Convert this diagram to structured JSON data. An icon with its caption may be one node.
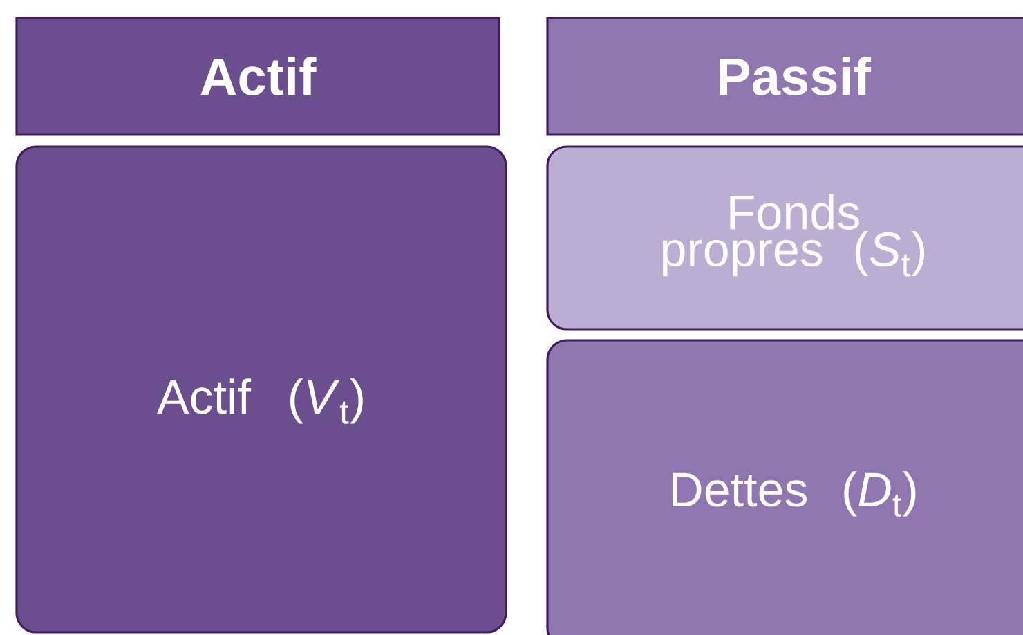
{
  "diagram": {
    "nodes": [
      {
        "text": [
          "Actif"
        ]
      },
      {
        "text": [
          "Passif"
        ]
      },
      {
        "text": [
          "Actif (*V*$_{t}$)"
        ]
      },
      {
        "text": [
          "Fonds propres (*S*$_{t}$)"
        ]
      },
      {
        "text": [
          "Dettes (*D*$_{t}$)"
        ]
      }
    ]
  }
}
